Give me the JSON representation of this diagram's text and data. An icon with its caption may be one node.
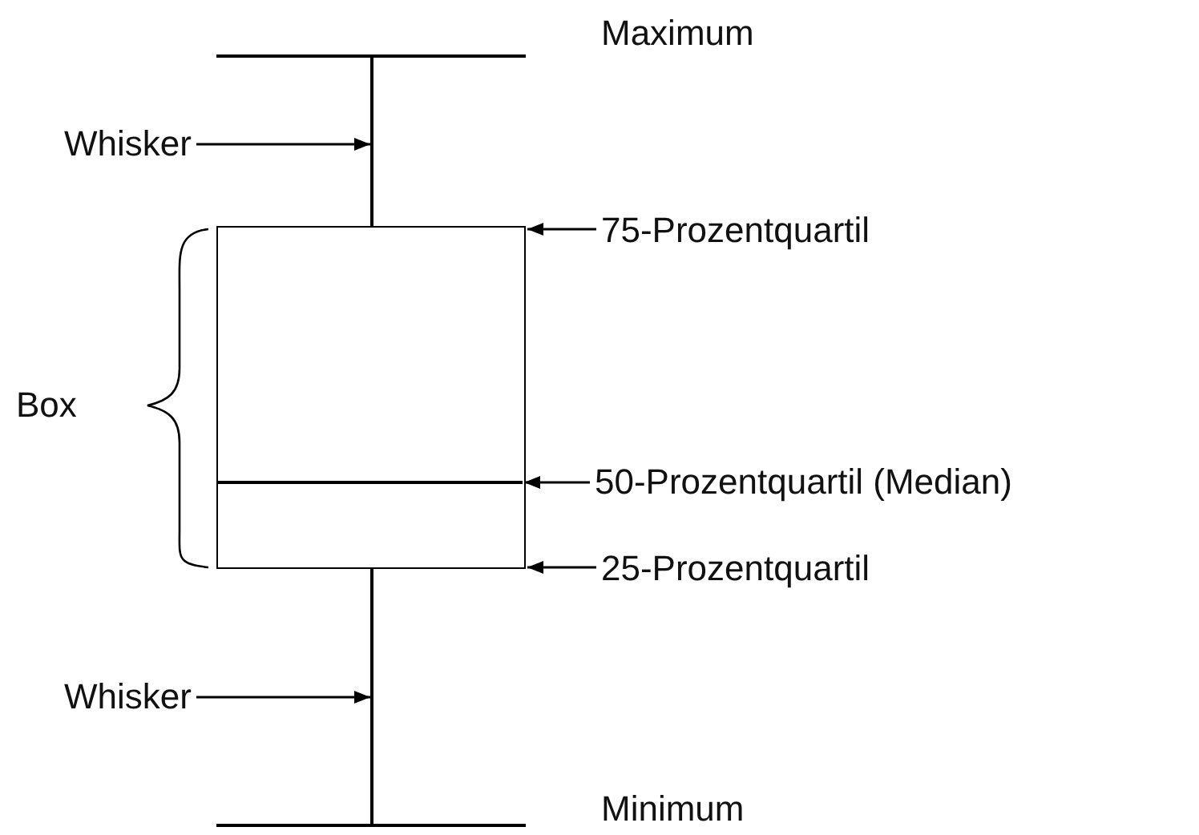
{
  "diagram": {
    "nodes": [
      {
        "text": [
          "Whisker"
        ]
      },
      {
        "text": [],
        "shape": "line"
      },
      {
        "text": [
          "75-Prozentquartil"
        ]
      },
      {
        "text": [],
        "shape": "box"
      },
      {
        "text": [
          "50-Prozentquartil (Median)"
        ]
      },
      {
        "text": [],
        "shape": "line",
        "in": 3
      },
      {
        "text": [
          "25-Prozentquartil"
        ]
      },
      {
        "text": [
          "Whisker"
        ]
      },
      {
        "text": [],
        "shape": "line"
      }
    ],
    "edges": [
      {
        "from": 0,
        "to": 1,
        "arrow": "to"
      },
      {
        "from": 2,
        "to": 3,
        "arrow": "to"
      },
      {
        "from": 4,
        "to": 5,
        "arrow": "to"
      },
      {
        "from": 6,
        "to": 3,
        "arrow": "to"
      },
      {
        "from": 7,
        "to": 8,
        "arrow": "to"
      }
    ],
    "labels": [
      "Maximum",
      "Box",
      "Minimum"
    ]
  }
}
